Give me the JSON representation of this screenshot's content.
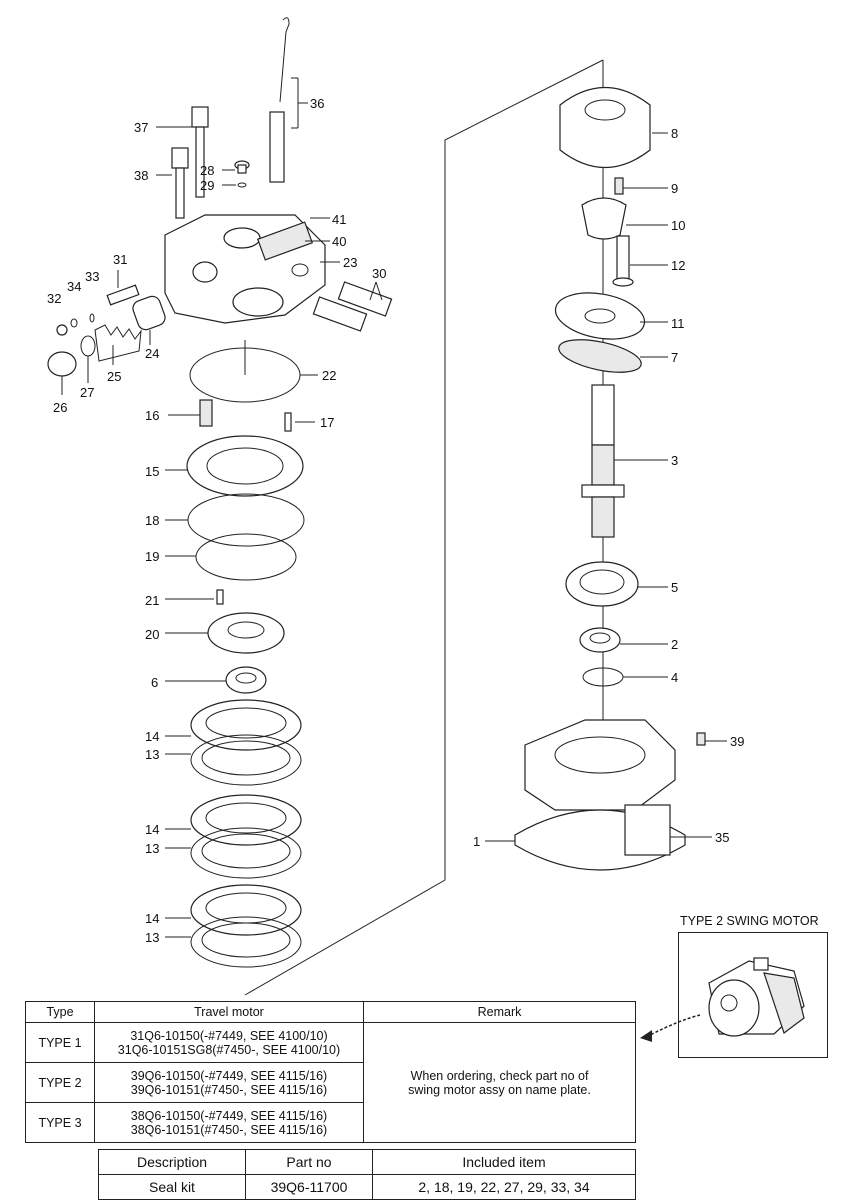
{
  "callouts": [
    "36",
    "37",
    "38",
    "28",
    "29",
    "41",
    "40",
    "23",
    "30",
    "31",
    "34",
    "33",
    "32",
    "24",
    "25",
    "26",
    "27",
    "22",
    "16",
    "17",
    "15",
    "18",
    "19",
    "21",
    "20",
    "6",
    "14",
    "13",
    "14",
    "13",
    "14",
    "13",
    "8",
    "9",
    "10",
    "12",
    "11",
    "7",
    "3",
    "5",
    "2",
    "4",
    "39",
    "1",
    "35"
  ],
  "type2_label": "TYPE 2 SWING MOTOR",
  "type_table": {
    "headers": [
      "Type",
      "Travel motor",
      "Remark"
    ],
    "rows": [
      {
        "type": "TYPE 1",
        "motor_a": "31Q6-10150(-#7449, SEE 4100/10)",
        "motor_b": "31Q6-10151SG8(#7450-, SEE 4100/10)"
      },
      {
        "type": "TYPE 2",
        "motor_a": "39Q6-10150(-#7449, SEE 4115/16)",
        "motor_b": "39Q6-10151(#7450-, SEE 4115/16)"
      },
      {
        "type": "TYPE 3",
        "motor_a": "38Q6-10150(-#7449, SEE 4115/16)",
        "motor_b": "38Q6-10151(#7450-, SEE 4115/16)"
      }
    ],
    "remark_a": "When ordering, check part no of",
    "remark_b": "swing motor assy on name plate."
  },
  "seal_table": {
    "headers": [
      "Description",
      "Part no",
      "Included item"
    ],
    "row": {
      "description": "Seal kit",
      "part_no": "39Q6-11700",
      "items": "2, 18, 19, 22, 27, 29, 33, 34"
    }
  }
}
